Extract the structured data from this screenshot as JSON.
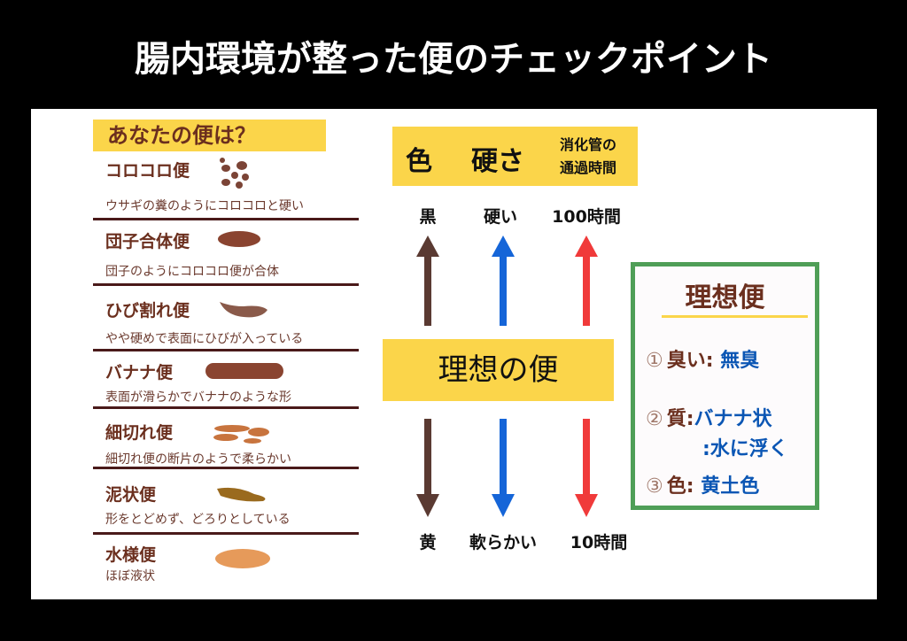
{
  "title": "腸内環境が整った便のチェックポイント",
  "left": {
    "question": "あなたの便は？",
    "items": [
      {
        "name": "コロコロ便",
        "desc": "ウサギの糞のようにコロコロと硬い"
      },
      {
        "name": "団子合体便",
        "desc": "団子のようにコロコロ便が合体"
      },
      {
        "name": "ひび割れ便",
        "desc": "やや硬めで表面にひびが入っている"
      },
      {
        "name": "バナナ便",
        "desc": "表面が滑らかでバナナのような形"
      },
      {
        "name": "細切れ便",
        "desc": "細切れ便の断片のようで柔らかい"
      },
      {
        "name": "泥状便",
        "desc": "形をとどめず、どろりとしている"
      },
      {
        "name": "水様便",
        "desc": "ほぼ液状"
      }
    ]
  },
  "center": {
    "headers": {
      "color": "色",
      "hardness": "硬さ",
      "transit_1": "消化管の",
      "transit_2": "通過時間"
    },
    "top": {
      "color": "黒",
      "hardness": "硬い",
      "transit": "100時間"
    },
    "ideal": "理想の便",
    "bottom": {
      "color": "黄",
      "hardness": "軟らかい",
      "transit": "10時間"
    },
    "arrow_colors": {
      "color": "#5a3a32",
      "hardness": "#1565d8",
      "transit": "#f03a3a"
    }
  },
  "right": {
    "title": "理想便",
    "rows": [
      {
        "num": "①",
        "key": "臭い:",
        "value": "無臭"
      },
      {
        "num": "②",
        "key": "質:",
        "value": "バナナ状",
        "value2": ":水に浮く"
      },
      {
        "num": "③",
        "key": "色:",
        "value": "黄土色"
      }
    ]
  }
}
